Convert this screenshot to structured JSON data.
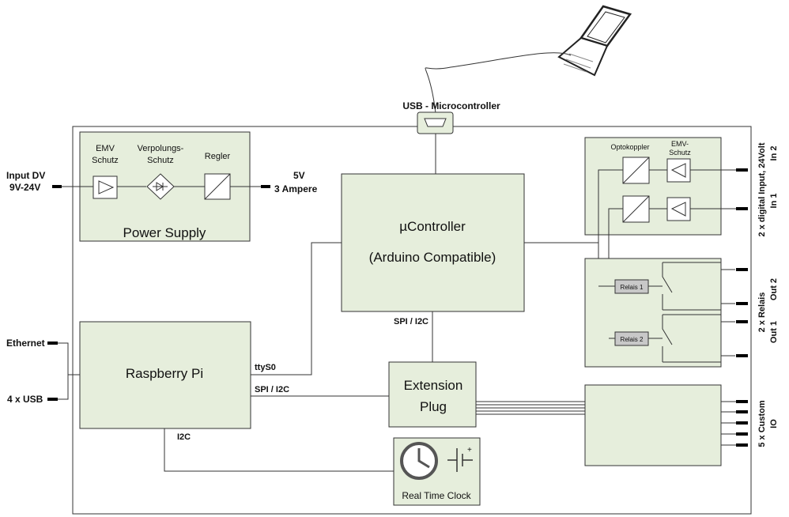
{
  "usb_label": "USB - Microcontroller",
  "input_label_1": "Input DV",
  "input_label_2": "9V-24V",
  "power_supply": {
    "title": "Power Supply",
    "emv_1": "EMV",
    "emv_2": "Schutz",
    "verpolung_1": "Verpolungs-",
    "verpolung_2": "Schutz",
    "regler": "Regler"
  },
  "output_5v_1": "5V",
  "output_5v_2": "3 Ampere",
  "ucontroller": {
    "line1": "µController",
    "line2": "(Arduino Compatible)"
  },
  "spi_i2c_uc": "SPI / I2C",
  "raspberry": {
    "title": "Raspberry Pi",
    "ttys0": "ttyS0",
    "spi_i2c": "SPI / I2C",
    "i2c": "I2C"
  },
  "ethernet": "Ethernet",
  "usb4": "4 x USB",
  "extension": {
    "line1": "Extension",
    "line2": "Plug"
  },
  "rtc": "Real Time Clock",
  "digital_inputs": {
    "optokoppler": "Optokoppler",
    "emv_1": "EMV-",
    "emv_2": "Schutz",
    "side_1": "2 x digital Input, 24Volt",
    "side_2": "In 1",
    "side_3": "In 2"
  },
  "relais": {
    "relais_1": "Relais 1",
    "relais_2": "Relais 2",
    "side_1": "2 x Relais",
    "side_2": "Out 1",
    "side_3": "Out 2"
  },
  "custom_io": {
    "side_1": "5 x Custom",
    "side_2": "IO"
  }
}
